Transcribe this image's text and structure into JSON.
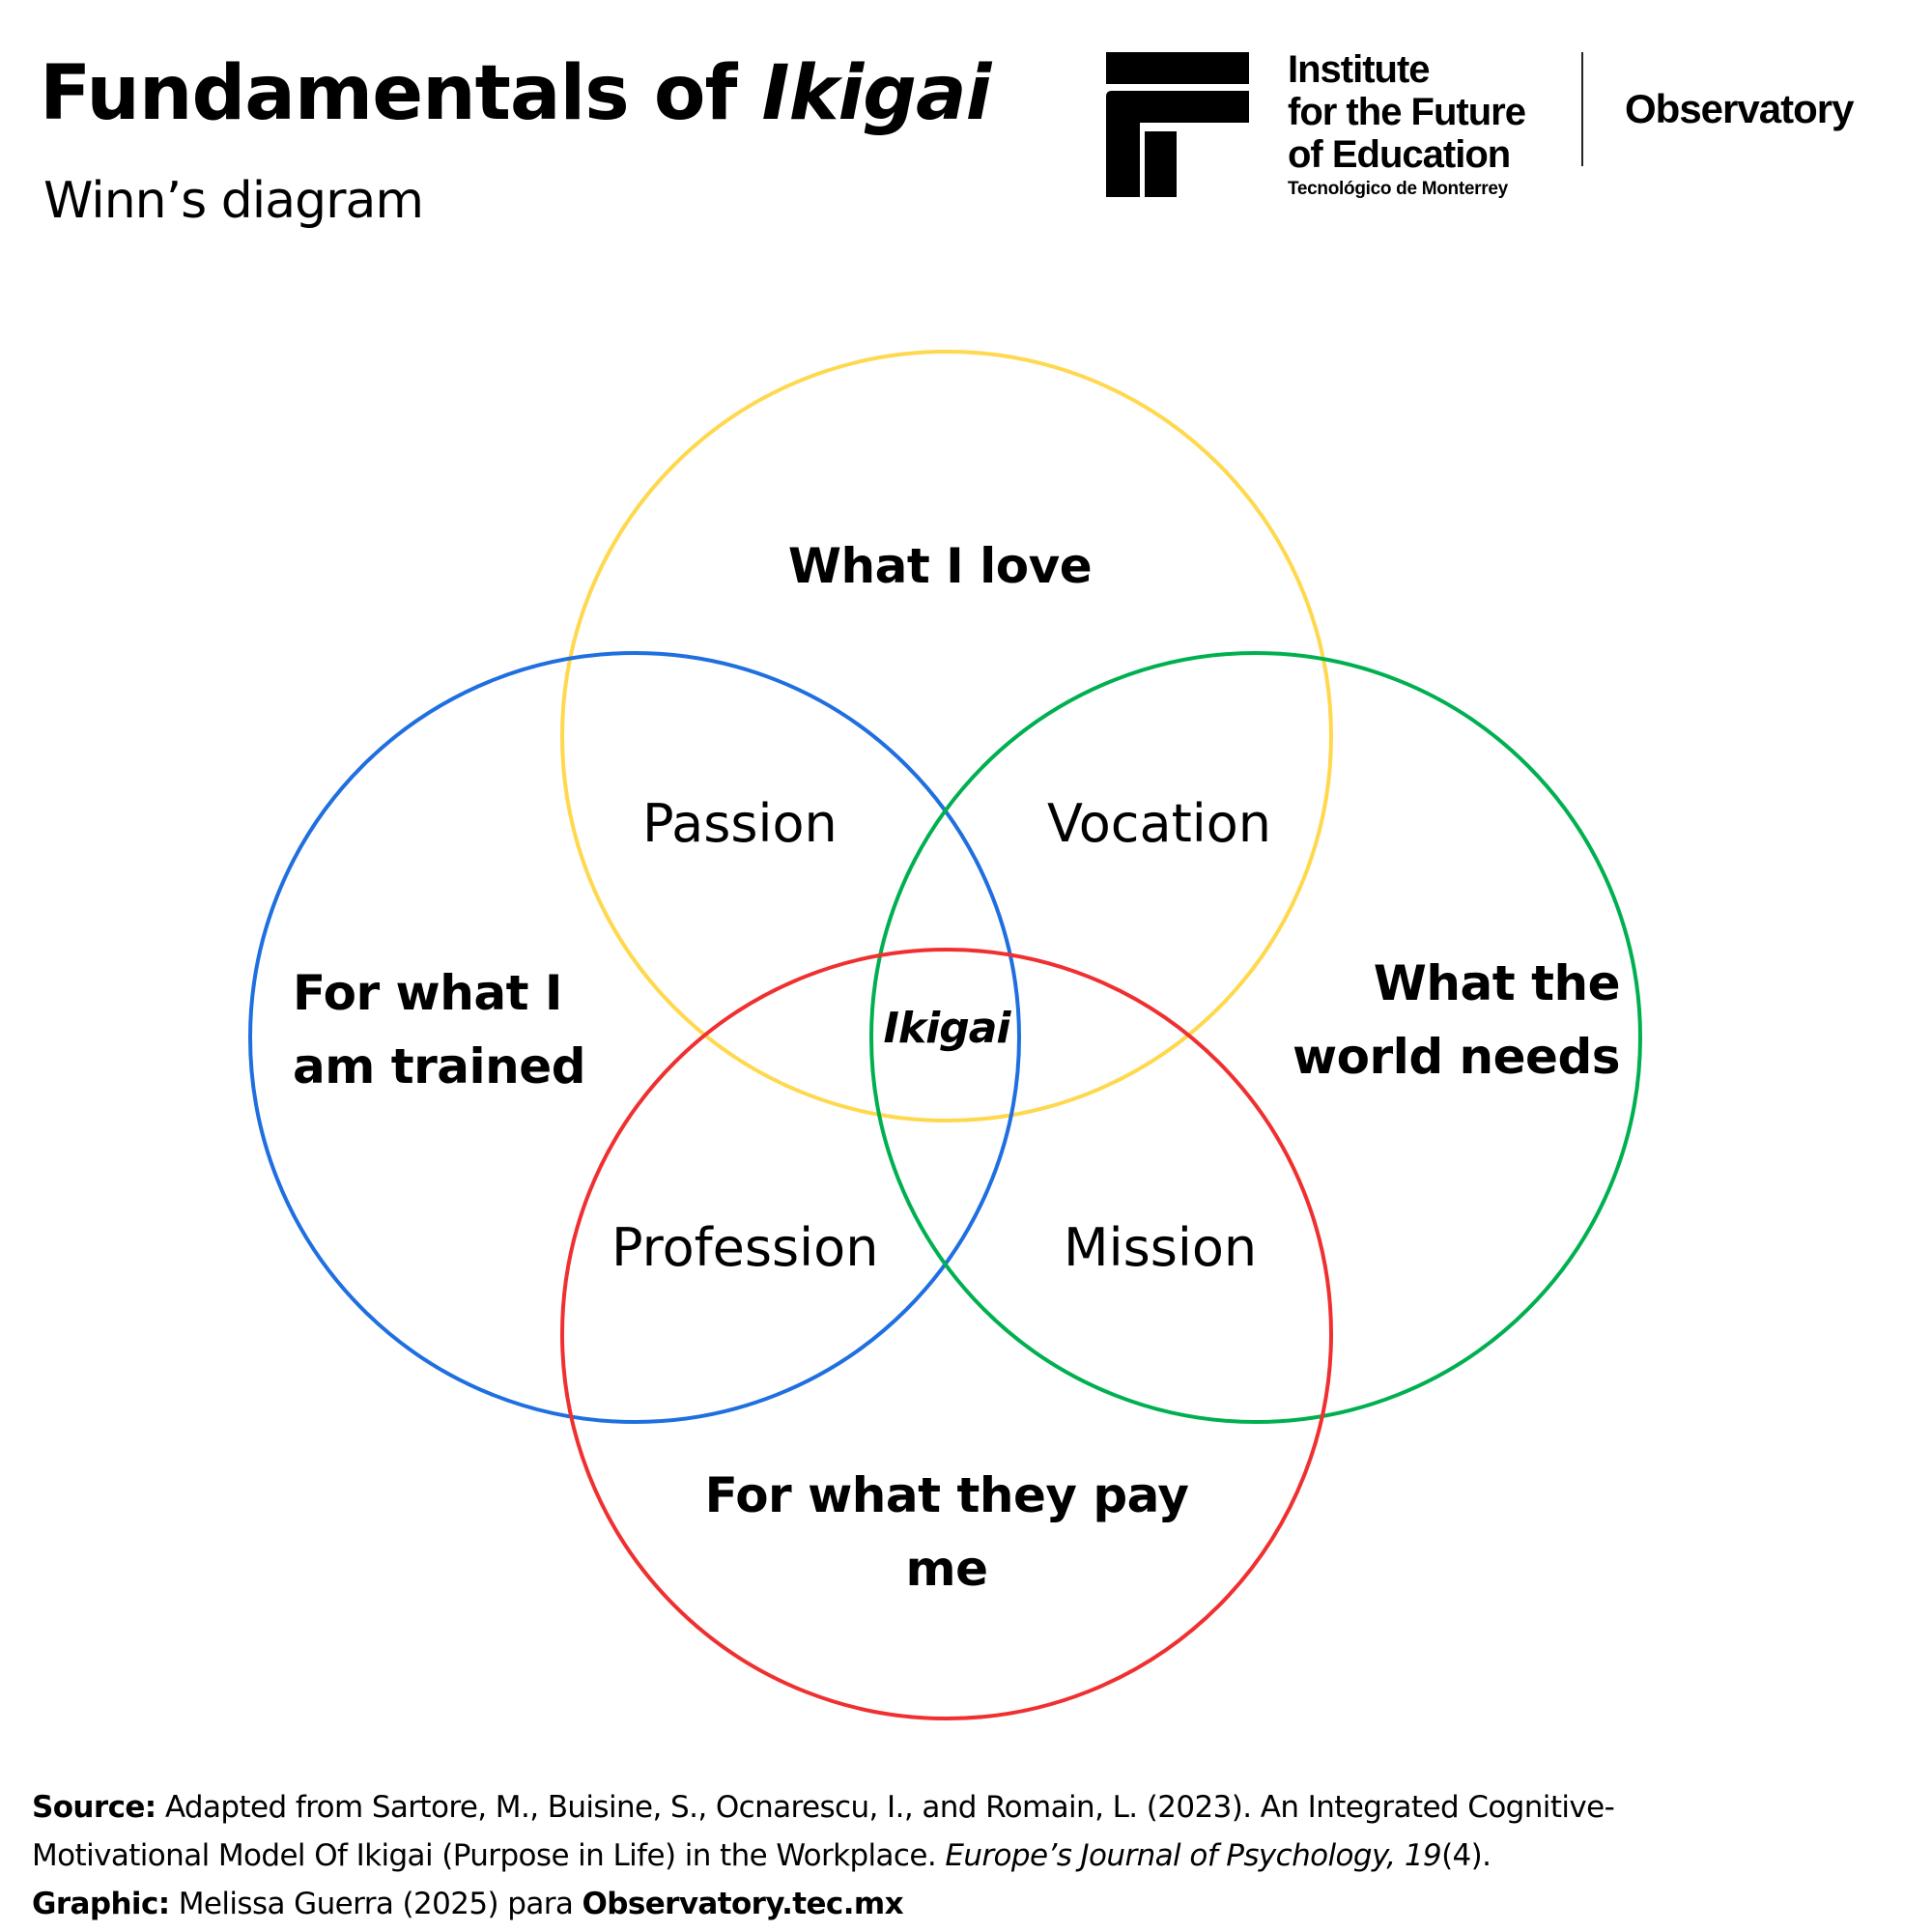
{
  "header": {
    "title_main": "Fundamentals of ",
    "title_emphasis": "Ikigai",
    "subtitle": "Winn’s diagram"
  },
  "logo": {
    "icon": "institute-logo-mark-icon",
    "lines": [
      "Institute",
      "for the Future",
      "of Education",
      "Tecnológico de Monterrey"
    ],
    "observatory": "Observatory"
  },
  "diagram": {
    "type": "four-circle-venn",
    "circles": [
      {
        "id": "love",
        "label": "What I love",
        "color": "#FFD84D"
      },
      {
        "id": "trained",
        "label_lines": [
          "For what I",
          "am trained"
        ],
        "color": "#1F6FE0"
      },
      {
        "id": "world",
        "label_lines": [
          "What the",
          "world needs"
        ],
        "color": "#00B050"
      },
      {
        "id": "paid",
        "label": "For what they pay me",
        "color": "#F03030"
      }
    ],
    "intersections": {
      "passion": "Passion",
      "vocation": "Vocation",
      "profession": "Profession",
      "mission": "Mission",
      "center": "Ikigai"
    }
  },
  "footer": {
    "source_label": "Source:",
    "source_text_1": " Adapted from Sartore, M., Buisine, S., Ocnarescu, I., and Romain, L. (2023). An Integrated Cognitive-",
    "source_text_2": "Motivational Model Of Ikigai (Purpose in Life) in the Workplace. ",
    "journal": "Europe’s Journal of Psychology, 19",
    "issue": "(4).",
    "graphic_label": "Graphic:",
    "graphic_text": " Melissa Guerra (2025) para ",
    "graphic_link": "Observatory.tec.mx"
  }
}
